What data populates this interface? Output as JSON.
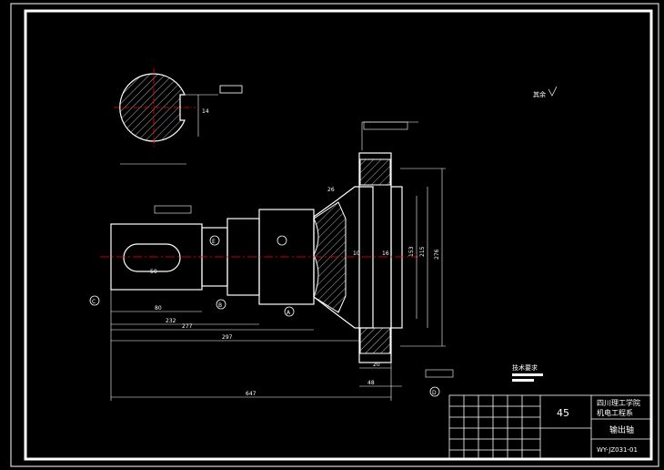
{
  "title_block": {
    "material": "45",
    "school_line1": "四川理工学院",
    "school_line2": "机电工程系",
    "part_name": "输出轴",
    "drawing_no": "WY-JZ031-01"
  },
  "surface_note": "其余",
  "tech_req": "技术要求",
  "dims": {
    "d_80": "80",
    "d_50": "50",
    "d_232": "232",
    "d_277": "277",
    "d_297": "297",
    "d_647": "647",
    "d_20": "20",
    "d_48": "48",
    "d_276": "276",
    "d_215": "215",
    "d_153": "153",
    "d_16": "16",
    "d_10": "10",
    "d_14": "14",
    "d_26": "26"
  },
  "datum": {
    "a": "A",
    "b": "B",
    "c": "C",
    "d": "D",
    "e": "E"
  }
}
